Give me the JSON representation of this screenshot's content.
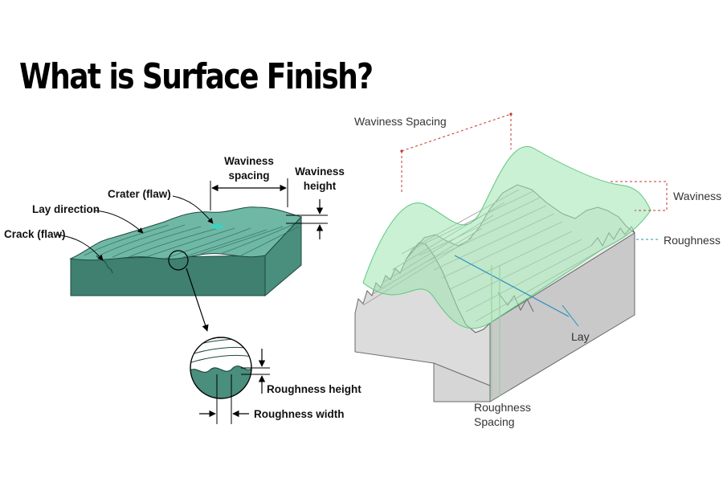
{
  "title": "What is Surface Finish?",
  "left_diagram": {
    "labels": {
      "waviness_spacing_1": "Waviness",
      "waviness_spacing_2": "spacing",
      "waviness_height_1": "Waviness",
      "waviness_height_2": "height",
      "crater": "Crater (flaw)",
      "lay_direction": "Lay direction",
      "crack": "Crack (flaw)",
      "roughness_height": "Roughness height",
      "roughness_width": "Roughness width"
    },
    "colors": {
      "top": "#6fb8a5",
      "side": "#4a8e7d",
      "front": "#3f8070",
      "line": "#1d4a3f"
    }
  },
  "right_diagram": {
    "labels": {
      "waviness_spacing": "Waviness Spacing",
      "waviness": "Waviness",
      "roughness": "Roughness",
      "lay": "Lay",
      "roughness_spacing_1": "Roughness",
      "roughness_spacing_2": "Spacing"
    },
    "colors": {
      "block_front": "#dcdcdc",
      "block_side": "#c9c9c9",
      "block_top": "#ececec",
      "wave_surface": "#9ee6ae",
      "marker": "#c0392b"
    }
  }
}
